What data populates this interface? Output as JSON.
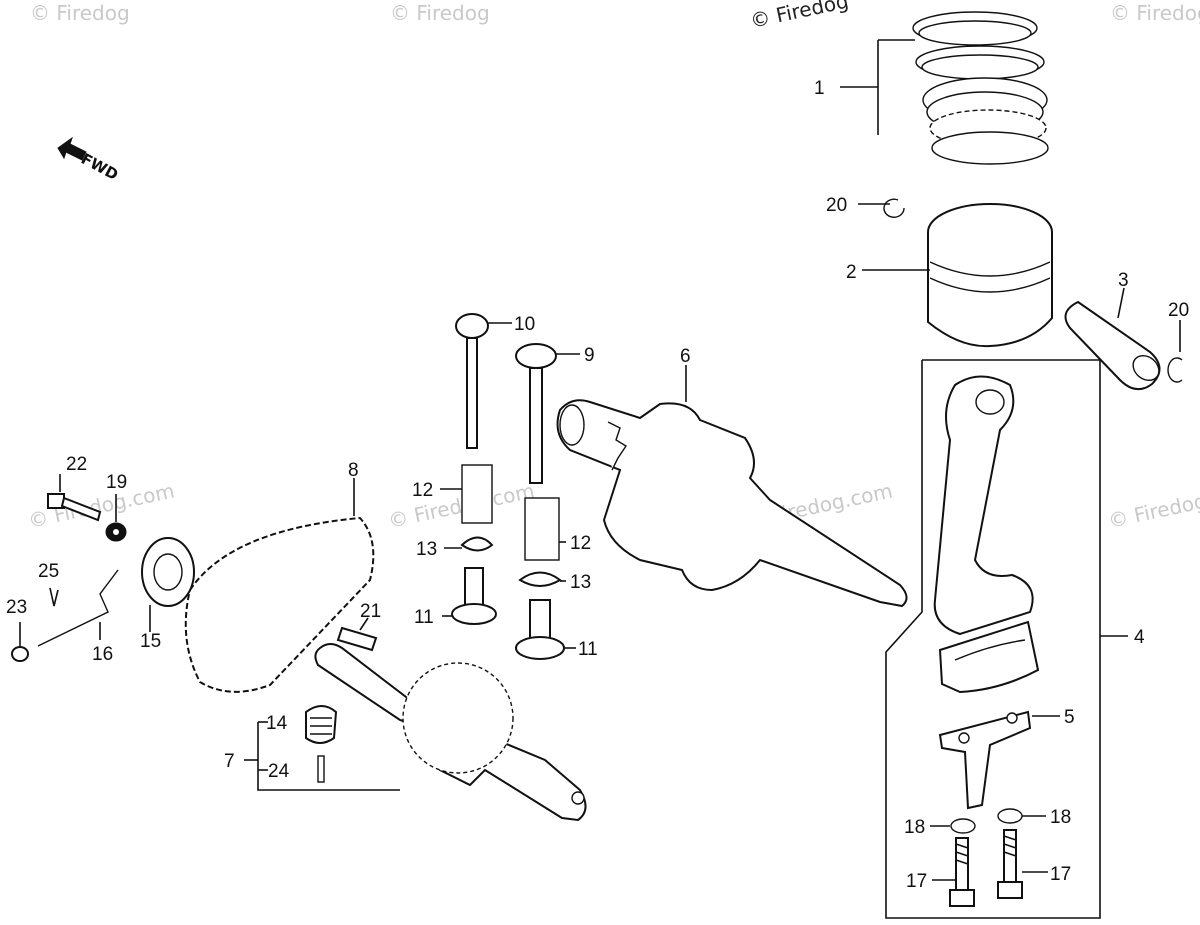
{
  "watermark": {
    "brand": "© Firedog",
    "copyright_header": "© Firedog",
    "site": "© Firedog.com"
  },
  "direction_marker": "FWD",
  "callouts": {
    "p1": "1",
    "p2": "2",
    "p3": "3",
    "p4": "4",
    "p5": "5",
    "p6": "6",
    "p7": "7",
    "p8": "8",
    "p9": "9",
    "p10": "10",
    "p11a": "11",
    "p11b": "11",
    "p12a": "12",
    "p12b": "12",
    "p13a": "13",
    "p13b": "13",
    "p14": "14",
    "p15": "15",
    "p16": "16",
    "p17a": "17",
    "p17b": "17",
    "p18a": "18",
    "p18b": "18",
    "p19": "19",
    "p20a": "20",
    "p20b": "20",
    "p21": "21",
    "p22": "22",
    "p23": "23",
    "p24": "24",
    "p25": "25"
  }
}
